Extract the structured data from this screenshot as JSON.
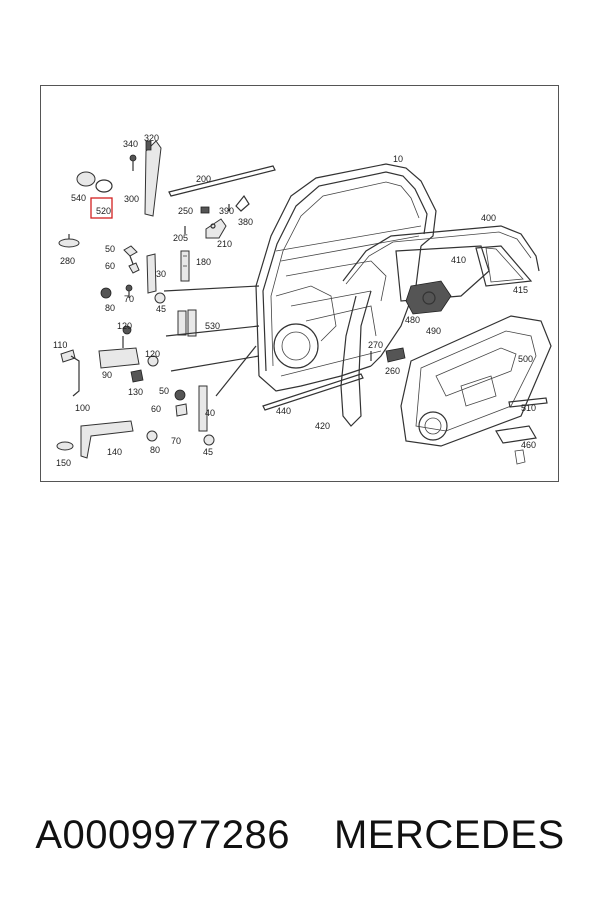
{
  "part_labels": [
    "340",
    "320",
    "10",
    "200",
    "540",
    "300",
    "520",
    "250",
    "390",
    "380",
    "400",
    "280",
    "205",
    "210",
    "50",
    "60",
    "30",
    "180",
    "410",
    "415",
    "70",
    "80",
    "45",
    "120",
    "530",
    "480",
    "490",
    "110",
    "270",
    "90",
    "120",
    "130",
    "260",
    "500",
    "100",
    "50",
    "60",
    "40",
    "440",
    "510",
    "420",
    "70",
    "80",
    "45",
    "150",
    "140",
    "460"
  ],
  "highlighted_part": "520",
  "caption": {
    "part_number": "A0009977286",
    "brand": "MERCEDES"
  }
}
